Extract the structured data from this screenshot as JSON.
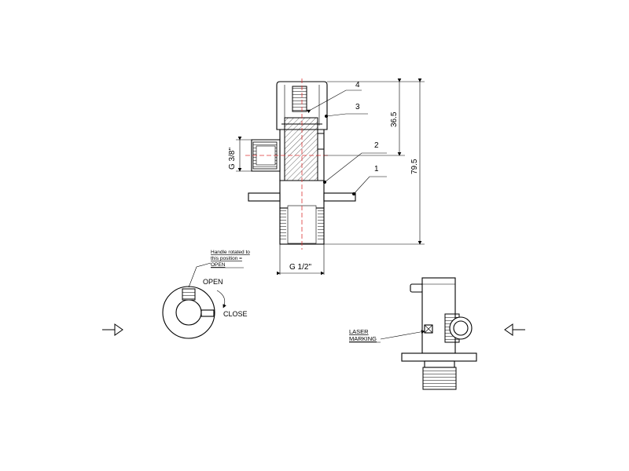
{
  "callouts": {
    "c1": "1",
    "c2": "2",
    "c3": "3",
    "c4": "4"
  },
  "dimensions": {
    "height_total": "79.5",
    "height_upper": "36.5",
    "thread_side": "G 3/8\"",
    "thread_bottom": "G 1/2\""
  },
  "handle_note": {
    "line1": "Handle rotated to",
    "line2": "this position =",
    "line3": "OPEN"
  },
  "handle_labels": {
    "open": "OPEN",
    "close": "CLOSE"
  },
  "laser": {
    "line1": "LASER",
    "line2": "MARKING"
  },
  "colors": {
    "line": "#000000",
    "centerline": "#d33333",
    "background": "#ffffff"
  }
}
